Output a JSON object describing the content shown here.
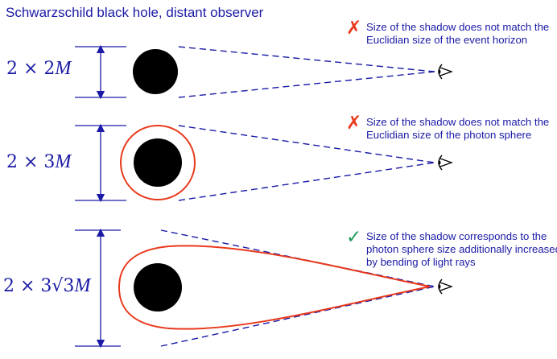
{
  "title": "Schwarzschild black hole, distant observer",
  "colors": {
    "text": "#1a1aa6",
    "ray": "#1a1aa6",
    "photon_sphere": "#e8391c",
    "black_hole": "#000000",
    "cross": "#e8391c",
    "check": "#1e9a5a"
  },
  "panels": [
    {
      "label_prefix": "2 × 2",
      "label_var": "M",
      "mark": "✗",
      "mark_meaning": "cross",
      "note": "Size of the shadow does not match the Euclidian size of the event horizon"
    },
    {
      "label_prefix": "2 × 3",
      "label_var": "M",
      "mark": "✗",
      "mark_meaning": "cross",
      "note": "Size of the shadow does not match the Euclidian size of the photon sphere"
    },
    {
      "label_prefix": "2 × 3√3",
      "label_var": "M",
      "mark": "✓",
      "mark_meaning": "check",
      "note": "Size of the shadow corresponds to the photon sphere size additionally increased by bending of light rays"
    }
  ],
  "icons": [
    "eye-icon",
    "black-hole",
    "photon-sphere",
    "dimension-arrow"
  ]
}
